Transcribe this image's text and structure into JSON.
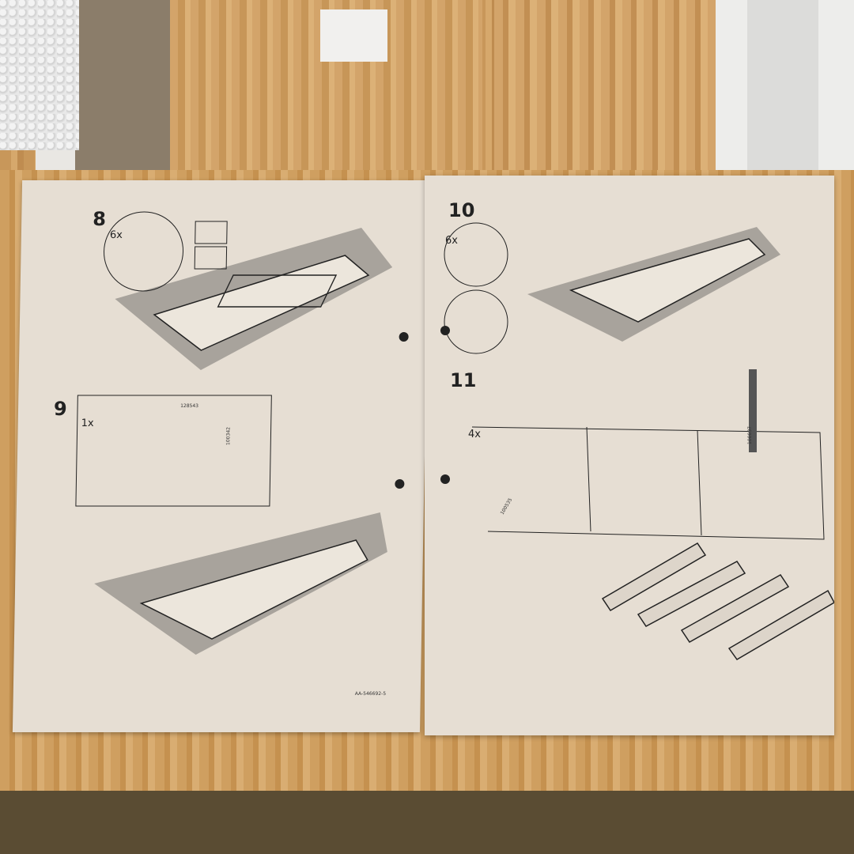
{
  "scene": "instruction-booklet-on-table",
  "left_page": {
    "steps": [
      {
        "number": "8",
        "quantity": "6x"
      },
      {
        "number": "9",
        "quantity": "1x",
        "part_numbers": [
          "128543",
          "100342"
        ]
      }
    ],
    "document_code": "AA-546692-5"
  },
  "right_page": {
    "steps": [
      {
        "number": "10",
        "quantity": "6x"
      },
      {
        "number": "11",
        "quantity": "4x",
        "part_numbers": [
          "100535",
          "100037"
        ]
      }
    ]
  },
  "colors": {
    "paper": "#e6ded3",
    "wood": "#cf9f60",
    "ink": "#222222"
  }
}
